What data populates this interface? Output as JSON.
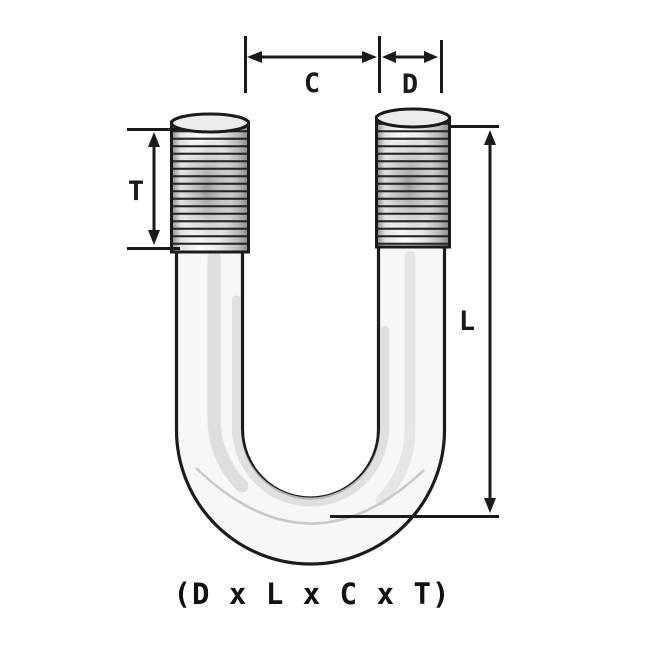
{
  "diagram": {
    "subject": "u-bolt-dimension-drawing",
    "labels": {
      "c": "C",
      "d": "D",
      "t": "T",
      "l": "L"
    },
    "caption": "(D x L x C x T)",
    "colors": {
      "line": "#1a1a1a",
      "background": "#ffffff",
      "metal_light": "#f7f7f7",
      "metal_shade": "#bdbdbd"
    }
  }
}
